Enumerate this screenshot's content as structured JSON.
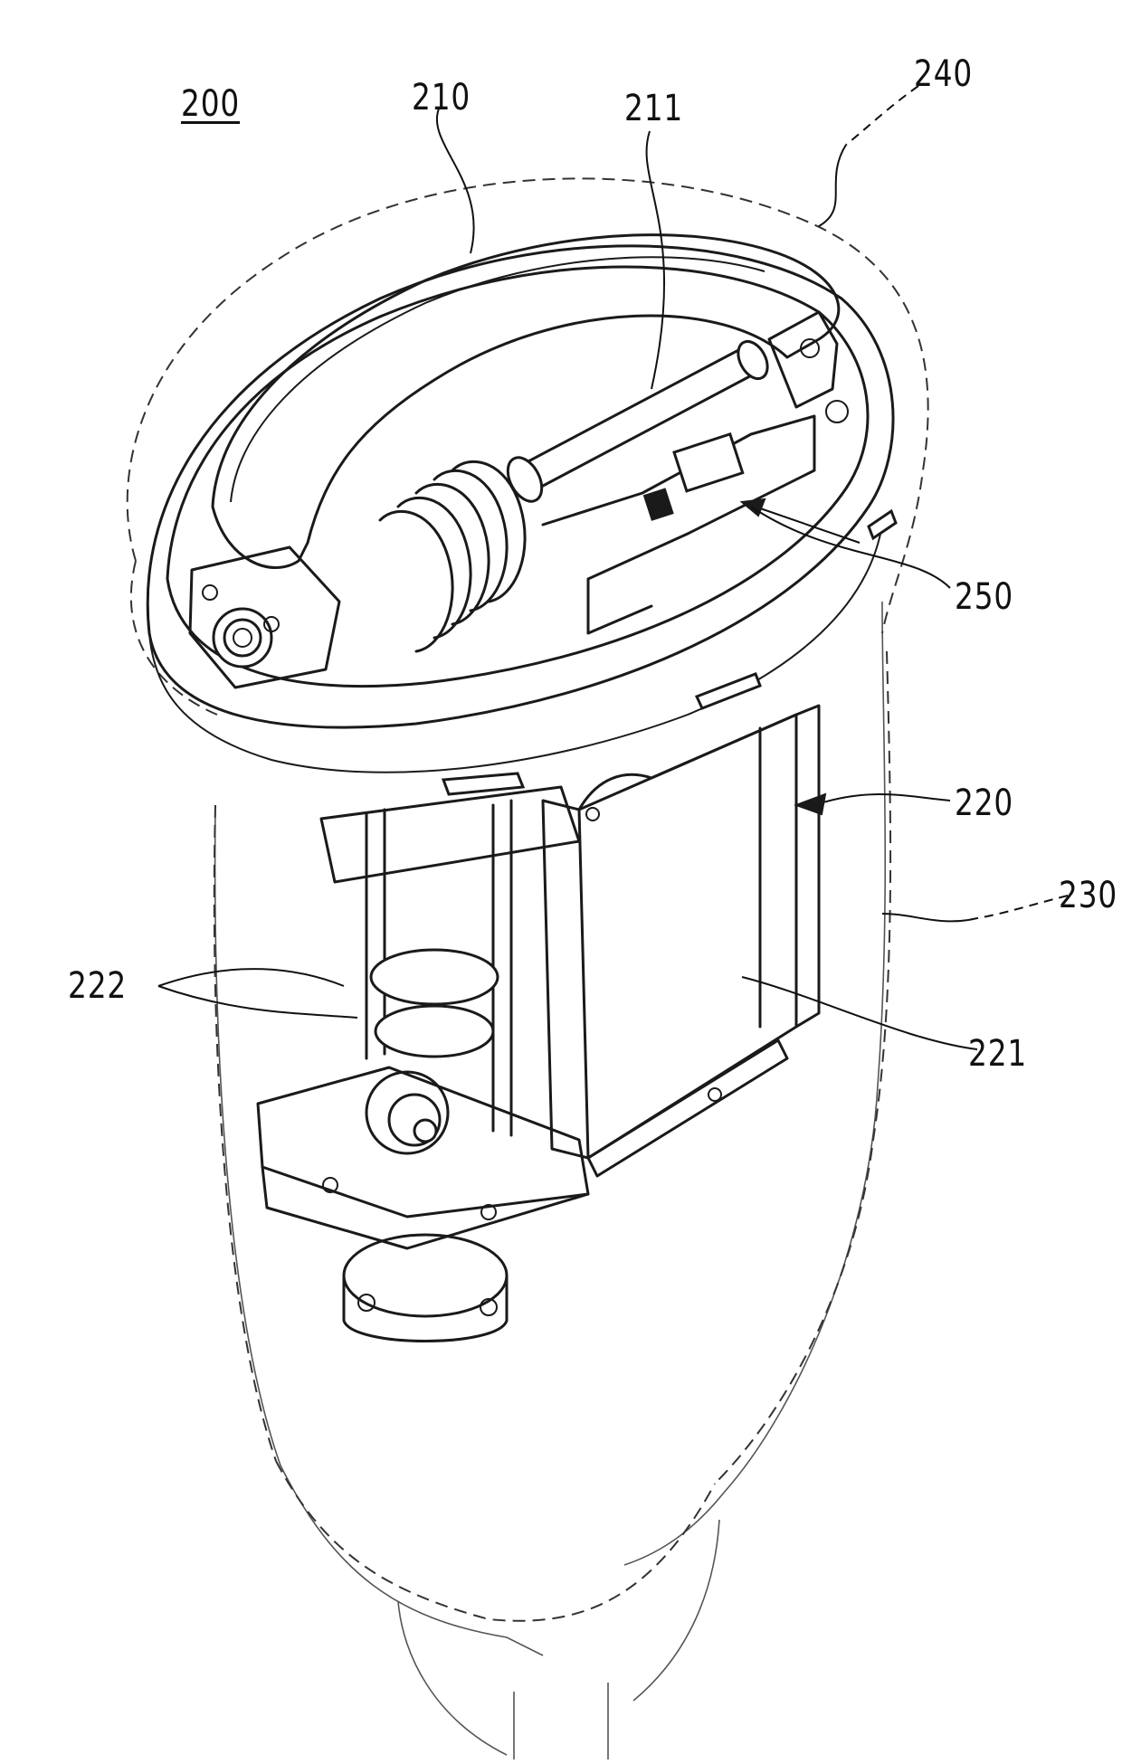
{
  "figure": {
    "assembly_ref": "200",
    "labels": {
      "top_cover": "210",
      "shaft": "211",
      "housing_outline": "240",
      "connector": "250",
      "drive_unit": "220",
      "body_outline": "230",
      "motor": "221",
      "belts": "222"
    }
  },
  "colors": {
    "line": "#1a1a1a",
    "background": "#ffffff"
  }
}
